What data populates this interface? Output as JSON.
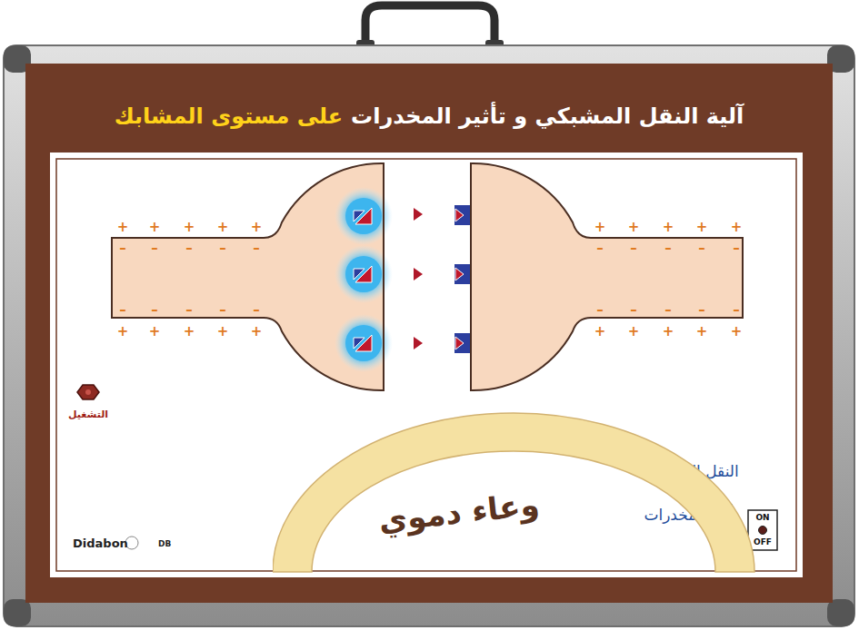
{
  "diagram": {
    "title": "آلية النقل المشبكي و تأثير المخدرات",
    "nodes": [
      {
        "text": [
          "وعاء دموي"
        ]
      }
    ],
    "labels": [
      "على مستوى المشابك",
      "+",
      "+",
      "+",
      "+",
      "+",
      "–",
      "–",
      "–",
      "–",
      "–",
      "–",
      "–",
      "–",
      "–",
      "–",
      "+",
      "+",
      "+",
      "+",
      "+",
      "+",
      "+",
      "+",
      "+",
      "+",
      "–",
      "–",
      "–",
      "–",
      "–",
      "–",
      "–",
      "–",
      "–",
      "–",
      "+",
      "+",
      "+",
      "+",
      "+",
      "التشغيل",
      "النقل المشبكي",
      "تأثير المخدرات",
      "ON",
      "OFF",
      "Didabon",
      "DB"
    ]
  }
}
